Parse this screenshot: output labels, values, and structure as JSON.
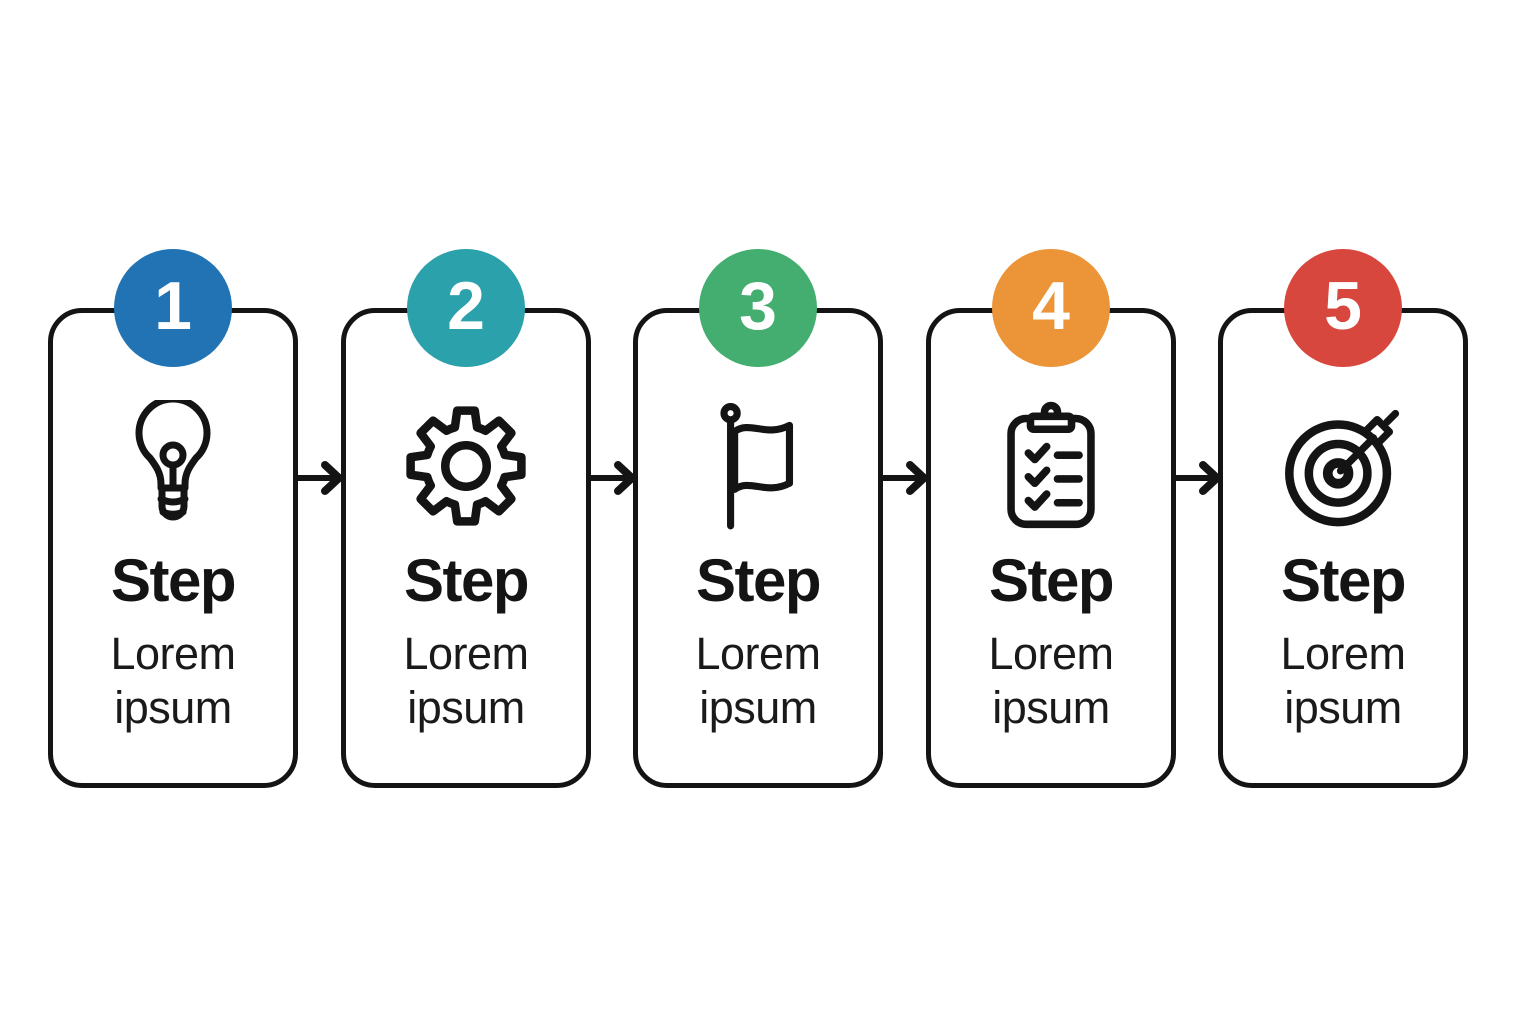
{
  "steps": [
    {
      "number": "1",
      "badge_color": "#2173b4",
      "icon": "lightbulb-icon",
      "title": "Step",
      "description": "Lorem ipsum"
    },
    {
      "number": "2",
      "badge_color": "#2ba1ac",
      "icon": "gear-icon",
      "title": "Step",
      "description": "Lorem ipsum"
    },
    {
      "number": "3",
      "badge_color": "#44ad70",
      "icon": "flag-icon",
      "title": "Step",
      "description": "Lorem ipsum"
    },
    {
      "number": "4",
      "badge_color": "#eb9438",
      "icon": "clipboard-checklist-icon",
      "title": "Step",
      "description": "Lorem ipsum"
    },
    {
      "number": "5",
      "badge_color": "#d7473d",
      "icon": "target-icon",
      "title": "Step",
      "description": "Lorem ipsum"
    }
  ],
  "connector": {
    "icon": "arrow-right-icon"
  }
}
